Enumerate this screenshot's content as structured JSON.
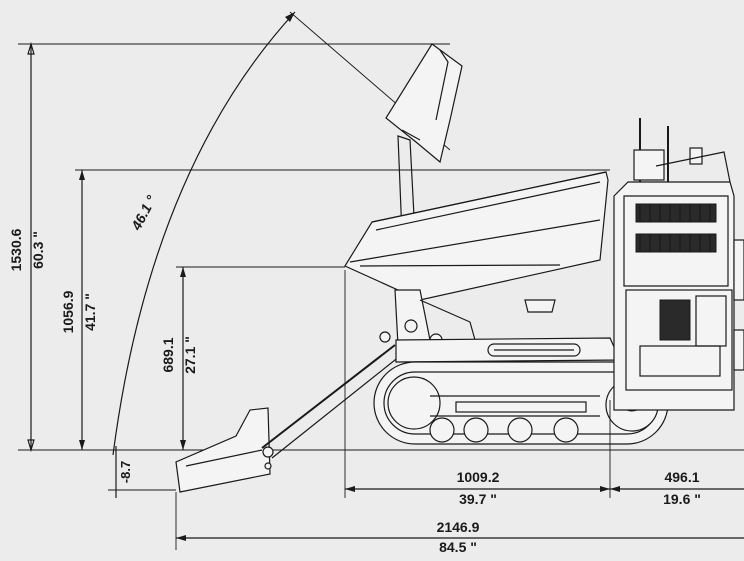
{
  "drawing": {
    "dimensions": {
      "total_height_mm": "1530.6",
      "total_height_in": "60.3 \"",
      "mid_height_mm": "1056.9",
      "mid_height_in": "41.7 \"",
      "low_height_mm": "689.1",
      "low_height_in": "27.1 \"",
      "dig_depth": "-8.7",
      "bucket_arc_angle": "46.1 °",
      "bucket_reach_mm": "1009.2",
      "bucket_reach_in": "39.7 \"",
      "rear_overhang_mm": "496.1",
      "rear_overhang_in": "19.6 \"",
      "overall_length_mm": "2146.9",
      "overall_length_in": "84.5 \""
    }
  }
}
